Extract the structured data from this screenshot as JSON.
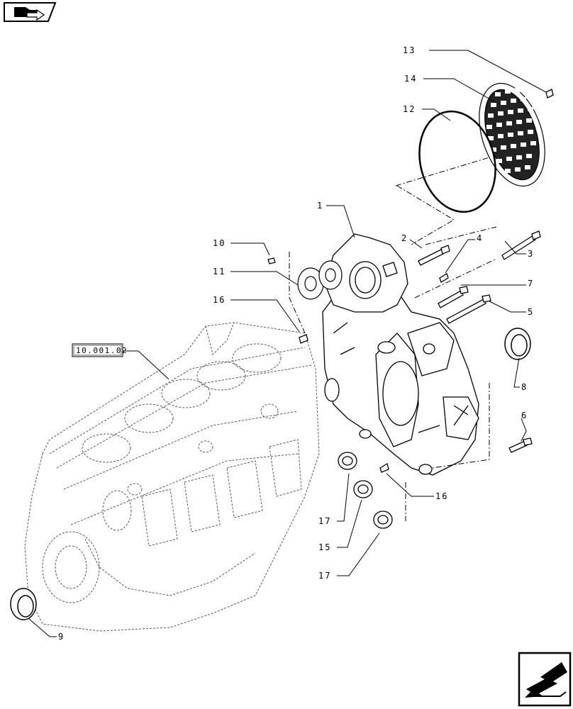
{
  "callouts": {
    "c1": "1",
    "c2": "2",
    "c3": "3",
    "c4": "4",
    "c5": "5",
    "c6": "6",
    "c7": "7",
    "c8": "8",
    "c9": "9",
    "c10": "10",
    "c11": "11",
    "c12": "12",
    "c13": "13",
    "c14": "14",
    "c15": "15",
    "c16a": "16",
    "c16b": "16",
    "c17a": "17",
    "c17b": "17"
  },
  "reference": "10.001.02",
  "icons": {
    "top_left": "book-arrow-icon",
    "bottom_right": "prev-page-arrow-icon"
  }
}
